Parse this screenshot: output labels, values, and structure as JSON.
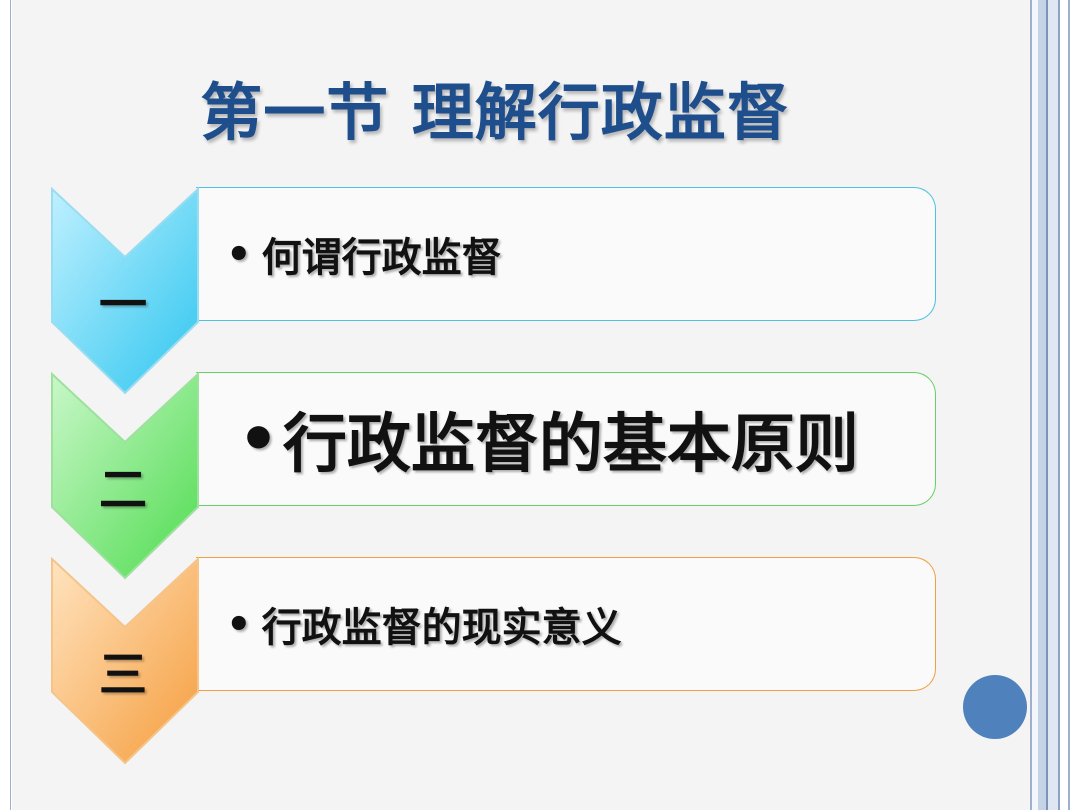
{
  "slide": {
    "title": "第一节 理解行政监督",
    "items": [
      {
        "number": "一",
        "text": "何谓行政监督",
        "bullet": "•",
        "accent": "#4ec1e0"
      },
      {
        "number": "二",
        "text": "行政监督的基本原则",
        "bullet": "•",
        "accent": "#66d166"
      },
      {
        "number": "三",
        "text": "行政监督的现实意义",
        "bullet": "•",
        "accent": "#f0a040"
      }
    ]
  },
  "colors": {
    "title": "#1f4e8c",
    "decor_circle": "#4f81bd"
  }
}
